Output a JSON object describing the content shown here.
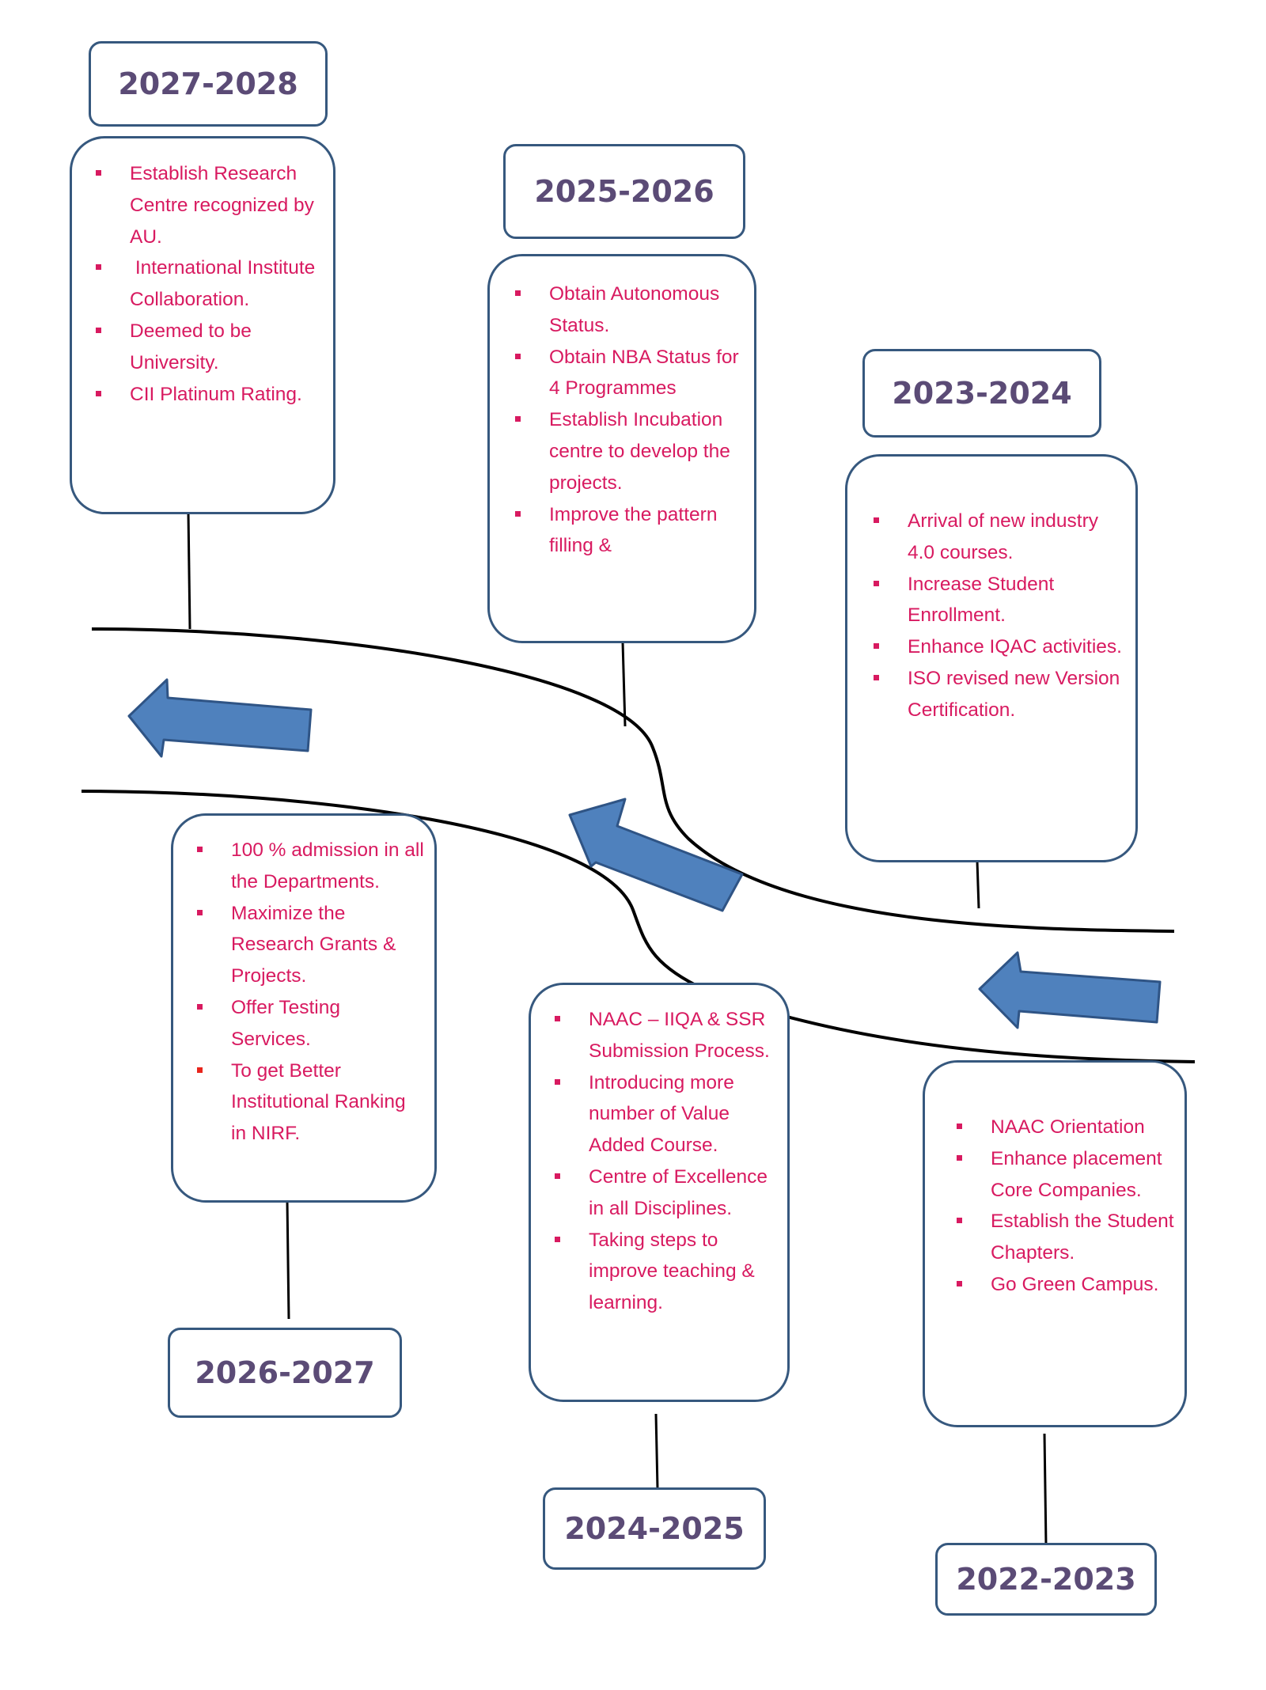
{
  "colors": {
    "box_border": "#36587e",
    "year_text": "#5b4b76",
    "bullet_text": "#d81a60",
    "arrow_fill": "#4f81bd",
    "arrow_stroke": "#2f5485",
    "road_stroke": "#000000"
  },
  "milestones": [
    {
      "year": "2027-2028",
      "items": [
        "Establish Research Centre recognized by AU.",
        " International Institute Collaboration.",
        "Deemed to be University.",
        "CII Platinum Rating."
      ]
    },
    {
      "year": "2025-2026",
      "items": [
        "Obtain Autonomous Status.",
        "Obtain NBA Status for 4 Programmes",
        "Establish Incubation centre to develop the projects.",
        "Improve the pattern filling &"
      ]
    },
    {
      "year": "2023-2024",
      "items": [
        "Arrival of new industry 4.0 courses.",
        "Increase Student Enrollment.",
        "Enhance IQAC activities.",
        "ISO revised new Version Certification."
      ]
    },
    {
      "year": "2026-2027",
      "items": [
        "100 % admission in all the Departments.",
        "Maximize the Research Grants & Projects.",
        "Offer Testing Services.",
        "To get Better Institutional Ranking in NIRF."
      ]
    },
    {
      "year": "2024-2025",
      "items": [
        "NAAC – IIQA & SSR Submission Process.",
        "Introducing more number of Value Added Course.",
        "Centre of Excellence in all Disciplines.",
        "Taking steps to improve teaching & learning."
      ]
    },
    {
      "year": "2022-2023",
      "items": [
        "NAAC Orientation",
        "Enhance placement Core Companies.",
        "Establish the Student Chapters.",
        "Go Green Campus."
      ]
    }
  ]
}
